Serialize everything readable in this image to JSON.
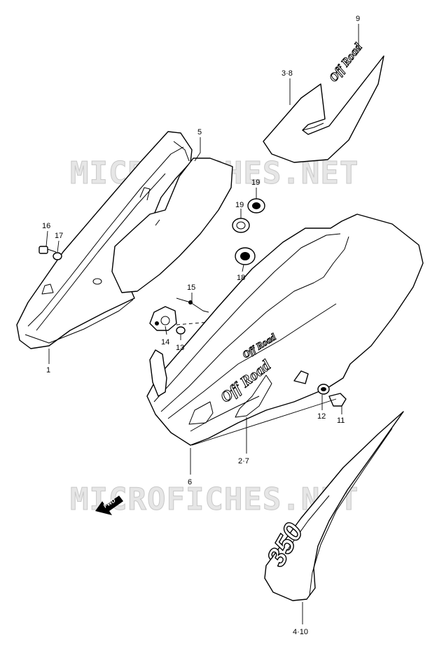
{
  "watermark": "MICROFICHES.NET",
  "fwd_label": "FWD",
  "decals": {
    "off_road": "Off Road",
    "model_number": "350"
  },
  "callouts": {
    "c1": "1",
    "c2_7": "2·7",
    "c3_8": "3·8",
    "c4_10": "4·10",
    "c5": "5",
    "c6": "6",
    "c9": "9",
    "c11": "11",
    "c12": "12",
    "c13": "13",
    "c14": "14",
    "c15": "15",
    "c16": "16",
    "c17": "17",
    "c18": "18",
    "c19a": "19",
    "c19b": "19"
  }
}
